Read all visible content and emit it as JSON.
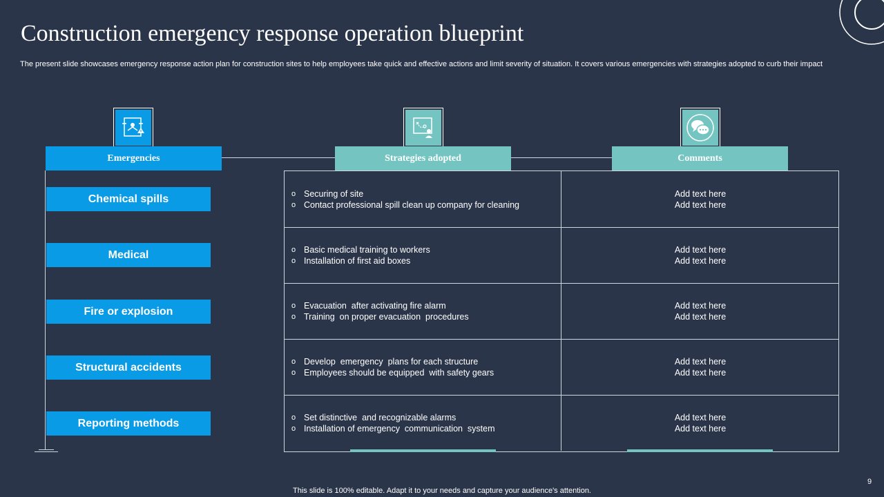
{
  "title": "Construction emergency response operation blueprint",
  "subtitle": "The present slide showcases emergency response action plan for construction sites to help employees take quick and effective actions and limit severity of situation.  It covers various emergencies with strategies adopted to curb their impact",
  "colors": {
    "background": "#2b3549",
    "blue": "#0a9be6",
    "teal": "#74c5c2"
  },
  "icons": {
    "emergencies": "construction-hazard-icon",
    "strategies": "strategy-board-icon",
    "comments": "chat-bubbles-icon"
  },
  "headers": {
    "emergencies": "Emergencies",
    "strategies": "Strategies adopted",
    "comments": "Comments"
  },
  "bullet_mark": "o",
  "rows": [
    {
      "emergency": "Chemical spills",
      "strategies": [
        "Securing of site",
        "Contact professional spill clean up company for cleaning"
      ],
      "comments": [
        "Add text here",
        "Add text here"
      ]
    },
    {
      "emergency": "Medical",
      "strategies": [
        "Basic medical training to workers",
        "Installation of first aid boxes"
      ],
      "comments": [
        "Add text here",
        "Add text here"
      ]
    },
    {
      "emergency": "Fire or explosion",
      "strategies": [
        "Evacuation  after activating fire alarm",
        "Training  on proper evacuation  procedures"
      ],
      "comments": [
        "Add text here",
        "Add text here"
      ]
    },
    {
      "emergency": "Structural accidents",
      "strategies": [
        "Develop  emergency  plans for each structure",
        "Employees should be equipped  with safety gears"
      ],
      "comments": [
        "Add text here",
        "Add text here"
      ]
    },
    {
      "emergency": "Reporting methods",
      "strategies": [
        "Set distinctive  and recognizable alarms",
        "Installation of emergency  communication  system"
      ],
      "comments": [
        "Add text here",
        "Add text here"
      ]
    }
  ],
  "page_number": "9",
  "footer": "This slide is 100% editable. Adapt it to your needs and capture your audience's attention."
}
